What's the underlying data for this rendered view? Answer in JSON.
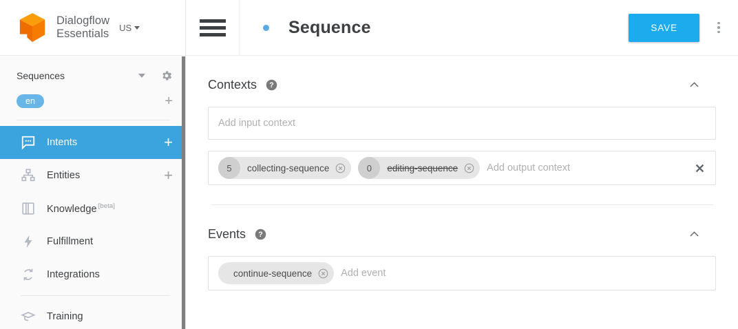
{
  "sidebar": {
    "brand": {
      "name": "Dialogflow\nEssentials",
      "logo_icon": "dialogflow-cube-logo",
      "region": "US"
    },
    "agent": {
      "name": "Sequences",
      "caret_icon": "caret-down-icon",
      "gear_icon": "gear-icon"
    },
    "language": {
      "chip": "en",
      "add_icon": "plus-icon"
    },
    "items": [
      {
        "label": "Intents",
        "icon": "chat-bubble-icon",
        "active": true,
        "has_plus": true,
        "beta": ""
      },
      {
        "label": "Entities",
        "icon": "sitemap-icon",
        "active": false,
        "has_plus": true,
        "beta": ""
      },
      {
        "label": "Knowledge",
        "icon": "book-icon",
        "active": false,
        "has_plus": false,
        "beta": "[beta]"
      },
      {
        "label": "Fulfillment",
        "icon": "lightning-bolt-icon",
        "active": false,
        "has_plus": false,
        "beta": ""
      },
      {
        "label": "Integrations",
        "icon": "refresh-arrows-icon",
        "active": false,
        "has_plus": false,
        "beta": ""
      },
      {
        "label": "Training",
        "icon": "graduation-cap-icon",
        "active": false,
        "has_plus": false,
        "beta": ""
      }
    ]
  },
  "topbar": {
    "menu_icon": "hamburger-menu-icon",
    "status_dot": "blue-status-dot",
    "title": "Sequence",
    "save_label": "SAVE",
    "kebab_icon": "more-options-icon"
  },
  "contexts": {
    "title": "Contexts",
    "help_icon": "help-circle-icon",
    "collapse_icon": "chevron-up-icon",
    "input_placeholder": "Add input context",
    "output_placeholder": "Add output context",
    "clear_icon": "close-x-icon",
    "output_chips": [
      {
        "count": "5",
        "label": "collecting-sequence",
        "struck": false,
        "remove_icon": "remove-circle-icon"
      },
      {
        "count": "0",
        "label": "editing-sequence",
        "struck": true,
        "remove_icon": "remove-circle-icon"
      }
    ]
  },
  "events": {
    "title": "Events",
    "help_icon": "help-circle-icon",
    "collapse_icon": "chevron-up-icon",
    "placeholder": "Add event",
    "chips": [
      {
        "label": "continue-sequence",
        "remove_icon": "remove-circle-icon"
      }
    ]
  },
  "colors": {
    "accent_blue": "#1cabed",
    "nav_active_blue": "#3ba3dd",
    "lang_chip_blue": "#68b5e8",
    "logo_orange": "#ef6c00",
    "logo_orange_light": "#fb9d0a"
  }
}
